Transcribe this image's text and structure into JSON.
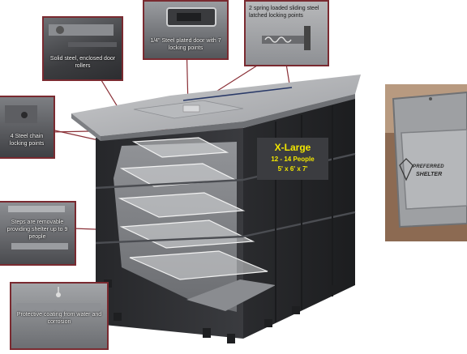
{
  "badge": {
    "size": "X-Large",
    "capacity": "12 - 14 People",
    "dimensions": "5' x 6' x 7'"
  },
  "callouts": {
    "rollers": "Solid steel, enclosed door rollers",
    "door": "1/4\" Steel plated door with 7 locking points",
    "latches": "2 spring loaded sliding steel latched locking points",
    "chain": "4 Steel chain locking points",
    "steps": "Steps are removable providing shelter up to 9 people",
    "coating": "Protective coating from water and corrosion"
  },
  "photo": {
    "brand_line1": "PREFERRED",
    "brand_line2": "SHELTER"
  },
  "colors": {
    "callout_border": "#7a2a30",
    "badge_text": "#f2e600",
    "badge_bg": "#3b3c40",
    "shelter_body": "#2f3033"
  }
}
